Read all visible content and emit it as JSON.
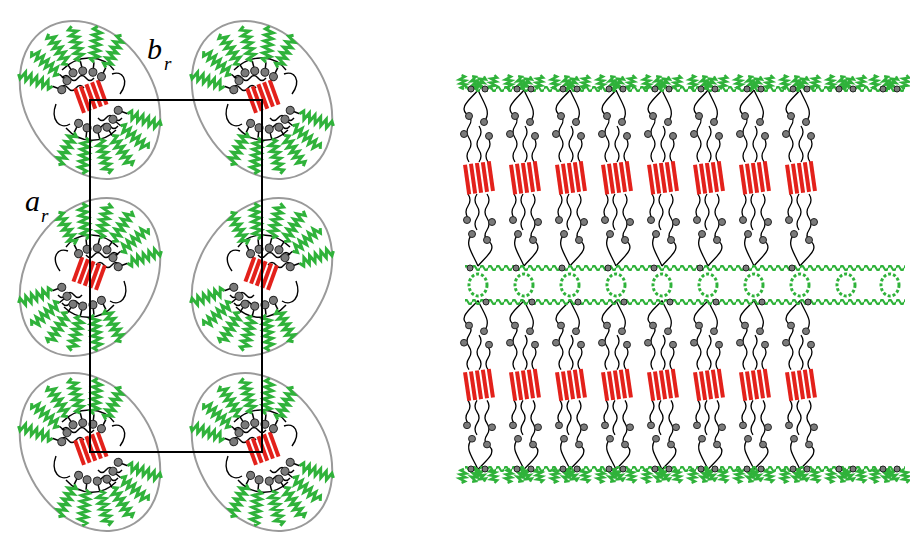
{
  "diagram": {
    "labels": [
      "b",
      "r",
      "a",
      "r"
    ]
  }
}
